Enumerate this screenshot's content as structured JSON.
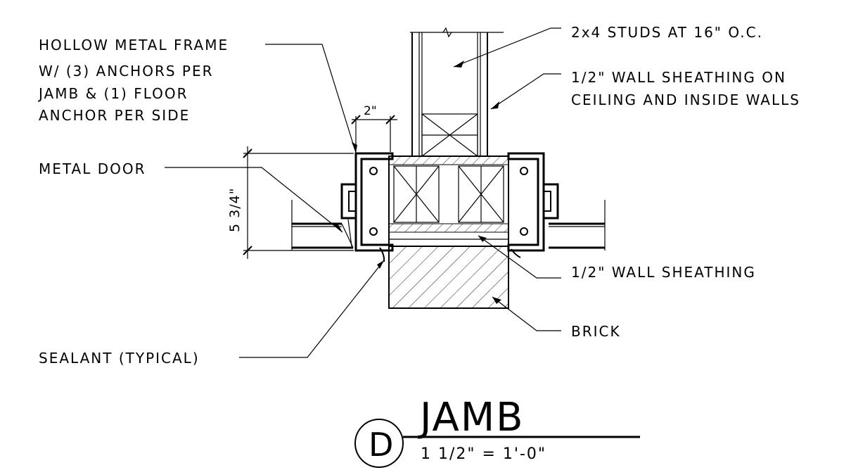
{
  "labels": {
    "frame_line1": "HOLLOW METAL FRAME",
    "frame_line2": "W/ (3) ANCHORS PER",
    "frame_line3": "JAMB & (1) FLOOR",
    "frame_line4": "ANCHOR PER SIDE",
    "studs": "2x4 STUDS AT 16\" O.C.",
    "sheathing_line1": "1/2\" WALL SHEATHING ON",
    "sheathing_line2": "CEILING AND INSIDE WALLS",
    "metal_door": "METAL DOOR",
    "wall_sheathing": "1/2\" WALL SHEATHING",
    "brick": "BRICK",
    "sealant": "SEALANT (TYPICAL)"
  },
  "dimensions": {
    "frame_width": "2\"",
    "frame_depth": "5 3/4\""
  },
  "title_block": {
    "detail_letter": "D",
    "title": "JAMB",
    "scale": "1 1/2\" = 1'-0\""
  }
}
